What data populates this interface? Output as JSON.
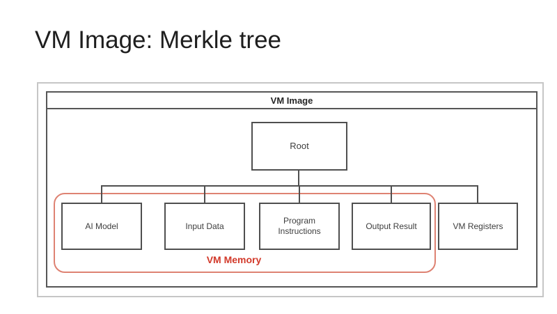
{
  "slide": {
    "title": "VM Image: Merkle tree"
  },
  "diagram": {
    "container_label": "VM Image",
    "root": {
      "label": "Root"
    },
    "children": [
      {
        "label": "AI Model"
      },
      {
        "label": "Input Data"
      },
      {
        "label": "Program Instructions"
      },
      {
        "label": "Output Result"
      },
      {
        "label": "VM Registers"
      }
    ],
    "memory_group": {
      "label": "VM Memory",
      "members": [
        "AI Model",
        "Input Data",
        "Program Instructions",
        "Output Result"
      ]
    },
    "colors": {
      "accent_red_text": "#d2392a",
      "accent_red_border": "#de8272",
      "box_border": "#4f4f4f",
      "outer_frame_border": "#c6c6c6"
    }
  }
}
